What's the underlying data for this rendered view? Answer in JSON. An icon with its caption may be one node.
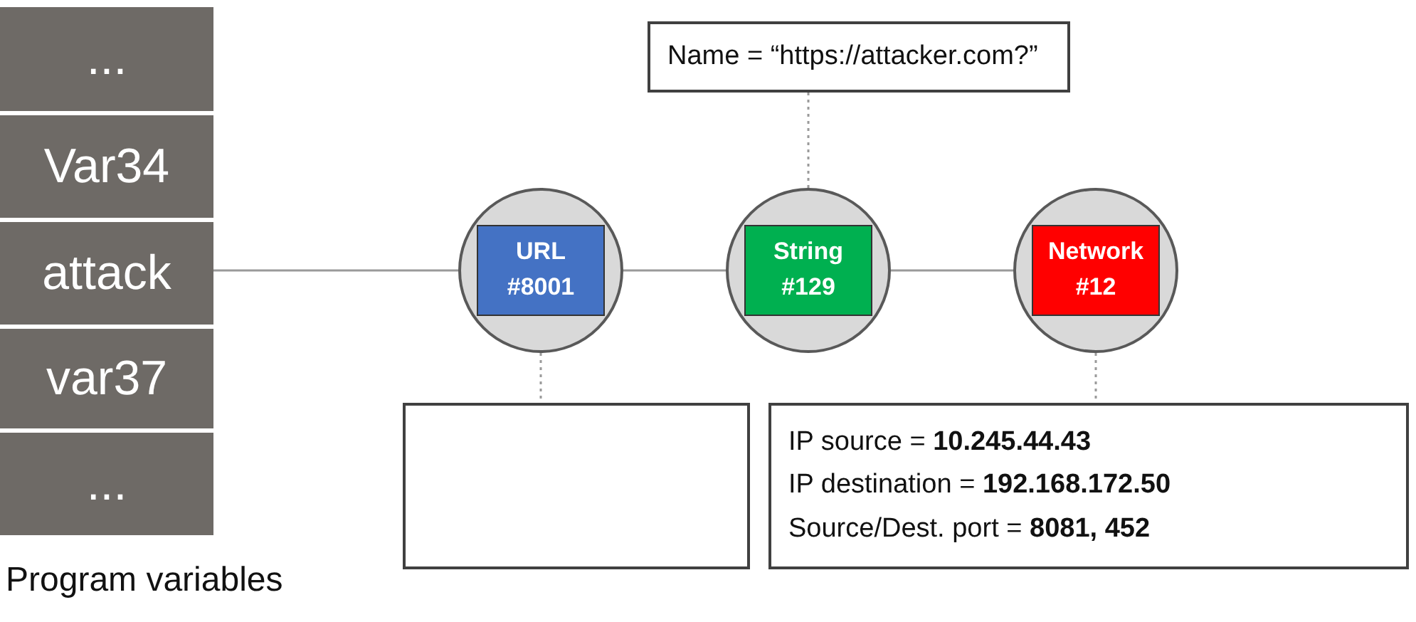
{
  "diagram": {
    "nodes": [
      {
        "text": [
          "..."
        ]
      },
      {
        "text": [
          "Var34"
        ]
      },
      {
        "text": [
          "attack"
        ]
      },
      {
        "text": [
          "var37"
        ]
      },
      {
        "text": [
          "..."
        ]
      },
      {
        "text": [],
        "shape": "circle"
      },
      {
        "text": [
          "URL #8001"
        ],
        "in": 5
      },
      {
        "text": [],
        "shape": "circle"
      },
      {
        "text": [
          "String #129"
        ],
        "in": 7
      },
      {
        "text": [],
        "shape": "circle"
      },
      {
        "text": [
          "Network #12"
        ],
        "in": 9
      },
      {
        "text": [
          "Name = “https://attacker.com?”"
        ]
      },
      {
        "text": [],
        "shape": "box"
      },
      {
        "text": [
          "IP source = **10.245.44.43**",
          "IP destination = **192.168.172.50**",
          "Source/Dest. port = **8081, 452**"
        ]
      }
    ],
    "edges": [
      {
        "from": 2,
        "to": 5,
        "arrow": "none"
      },
      {
        "from": 5,
        "to": 7,
        "arrow": "none"
      },
      {
        "from": 7,
        "to": 9,
        "arrow": "none"
      },
      {
        "from": 11,
        "to": 7,
        "arrow": "none",
        "style": "dashed"
      },
      {
        "from": 5,
        "to": 12,
        "arrow": "none",
        "style": "dashed"
      },
      {
        "from": 9,
        "to": 13,
        "arrow": "none",
        "style": "dashed"
      }
    ],
    "labels": [
      "Program variables"
    ]
  }
}
